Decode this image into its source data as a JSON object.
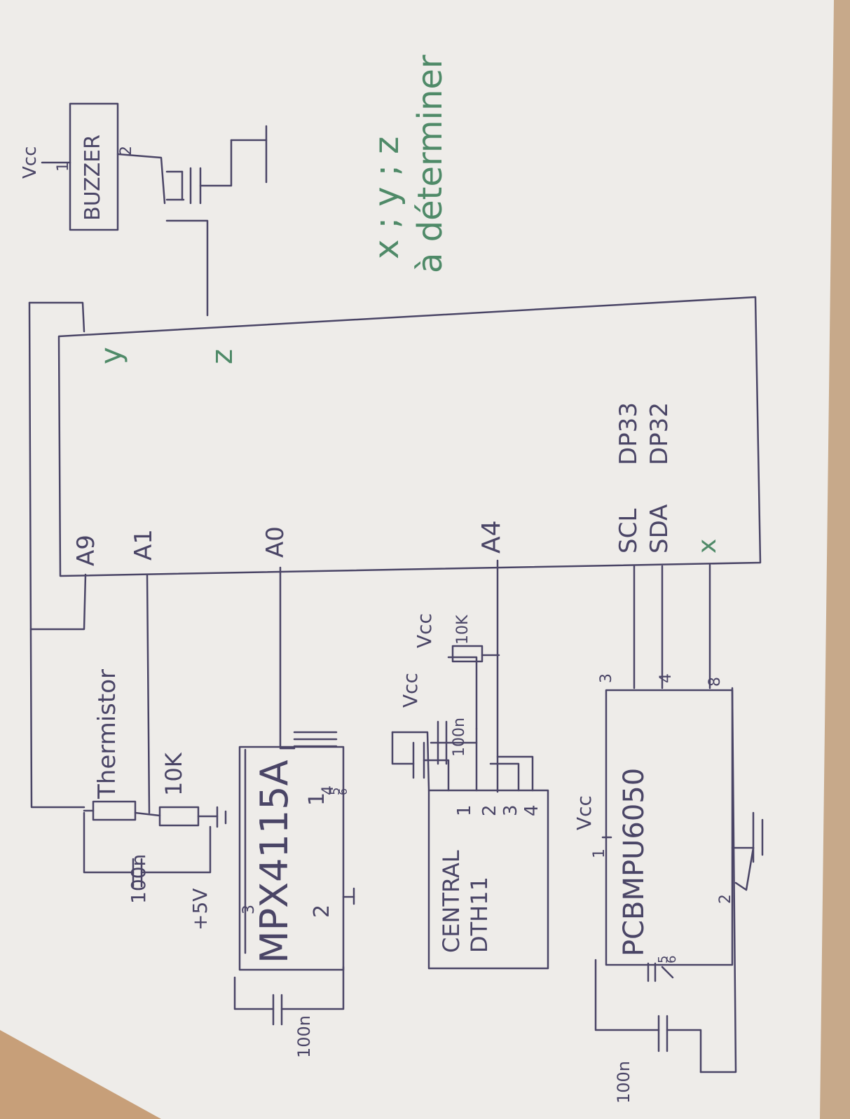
{
  "colors": {
    "paper": "#eeece9",
    "ink": "#4a4566",
    "green_ink": "#4f8a68",
    "table": "#c7a98a"
  },
  "diagram": {
    "microcontroller": {
      "pins_left": [
        "A9",
        "A1",
        "A0",
        "A4"
      ],
      "pin_scl": "SCL",
      "pin_sda": "SDA",
      "pin_x": "x",
      "port_scl": "DP33",
      "port_sda": "DP32",
      "pin_y": "y",
      "pin_z": "z"
    },
    "buzzer": {
      "label": "BUZZER",
      "pin1": "1",
      "pin2": "2",
      "vcc": "Vcc"
    },
    "note": {
      "line1": "x ; y ; z",
      "line2": "à déterminer"
    },
    "thermistor_block": {
      "thermistor": "Thermistor",
      "resistor": "10K",
      "capacitor": "100n"
    },
    "pressure_sensor": {
      "label": "MPX4115A",
      "pin1": "1",
      "pin2": "2",
      "pin3": "3",
      "pin4": "4",
      "pin5": "5",
      "pin6": "6",
      "supply": "+5V",
      "capacitor": "100n"
    },
    "dht_block": {
      "label_line1": "CENTRAL",
      "label_line2": "DTH11",
      "pin1": "1",
      "pin2": "2",
      "pin3": "3",
      "pin4": "4",
      "vcc1": "Vcc",
      "vcc2": "Vcc",
      "capacitor": "100n",
      "resistor": "10K"
    },
    "imu_block": {
      "label": "PCBMPU6050",
      "pin1": "1",
      "pin2": "2",
      "pin3": "3",
      "pin4": "4",
      "pin5": "5",
      "pin6": "6",
      "pin8": "8",
      "vcc": "Vcc",
      "capacitor": "100n"
    }
  }
}
